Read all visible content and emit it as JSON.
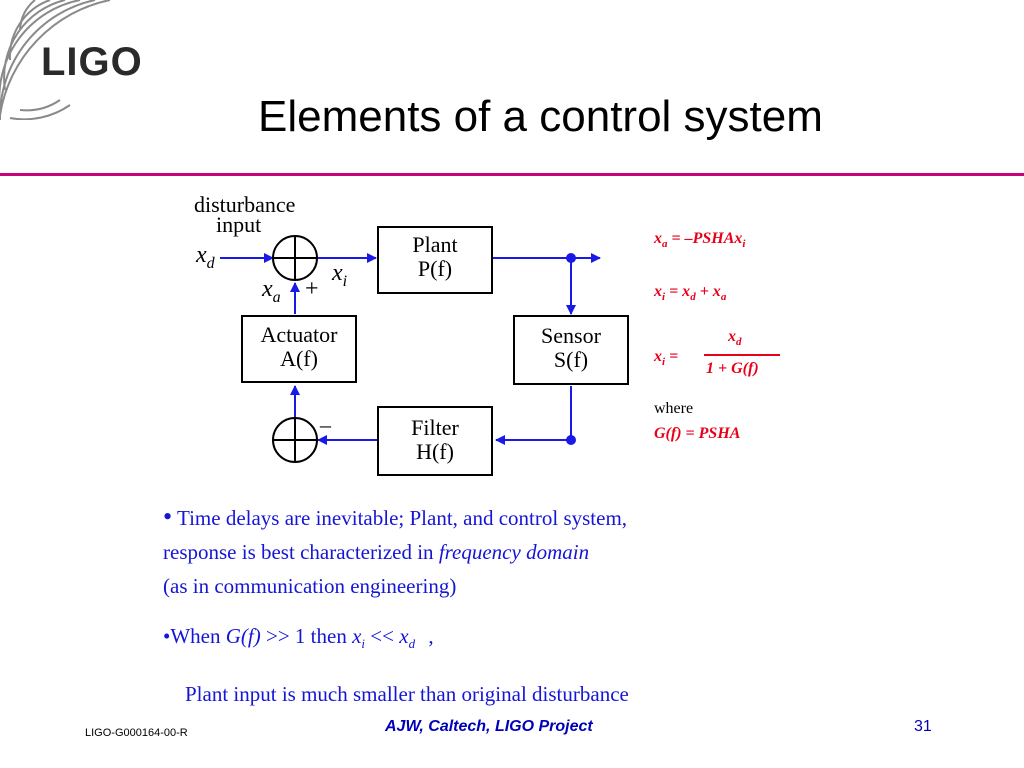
{
  "logo": {
    "text": "LIGO"
  },
  "title": "Elements of a control system",
  "diagram": {
    "disturbance_label_line1": "disturbance",
    "disturbance_label_line2": "input",
    "xd_label": "x",
    "xd_sub": "d",
    "xi_label": "x",
    "xi_sub": "i",
    "xa_label": "x",
    "xa_sub": "a",
    "plus_sign": "+",
    "minus_sign": "–",
    "plant_line1": "Plant",
    "plant_line2": "P(f)",
    "actuator_line1": "Actuator",
    "actuator_line2": "A(f)",
    "sensor_line1": "Sensor",
    "sensor_line2": "S(f)",
    "filter_line1": "Filter",
    "filter_line2": "H(f)"
  },
  "equations": {
    "eq1": "x_a = –PSHAx_i",
    "eq2": "x_i = x_d + x_a",
    "eq3_lhs": "x_i =",
    "eq3_num": "x_d",
    "eq3_den": "1 + G(f)",
    "where": "where",
    "eq4": "G(f) = PSHA"
  },
  "bullets": {
    "b1_bullet": "•",
    "b1_line1": "Time delays are inevitable; Plant, and control system,",
    "b1_line2_a": "response is best characterized in",
    "b1_line2_italic": "frequency domain",
    "b1_line3": "(as in communication engineering)",
    "b2_prefix": "•When",
    "b2_gf": "G(f)",
    "b2_mid": ">> 1 then",
    "b2_x1": "x",
    "b2_x1_sub": "i",
    "b2_lt": "<<",
    "b2_x2": "x",
    "b2_x2_sub": "d",
    "b2_comma": ",",
    "b3": "Plant input is much smaller than original disturbance"
  },
  "footer": {
    "left": "LIGO-G000164-00-R",
    "center": "AJW, Caltech, LIGO Project",
    "right": "31"
  },
  "colors": {
    "title_rule": "#c8007a",
    "arrow": "#1a1ae6",
    "equation": "#e8001a",
    "bullet_text": "#1515d6",
    "footer_text": "#0000b8"
  }
}
